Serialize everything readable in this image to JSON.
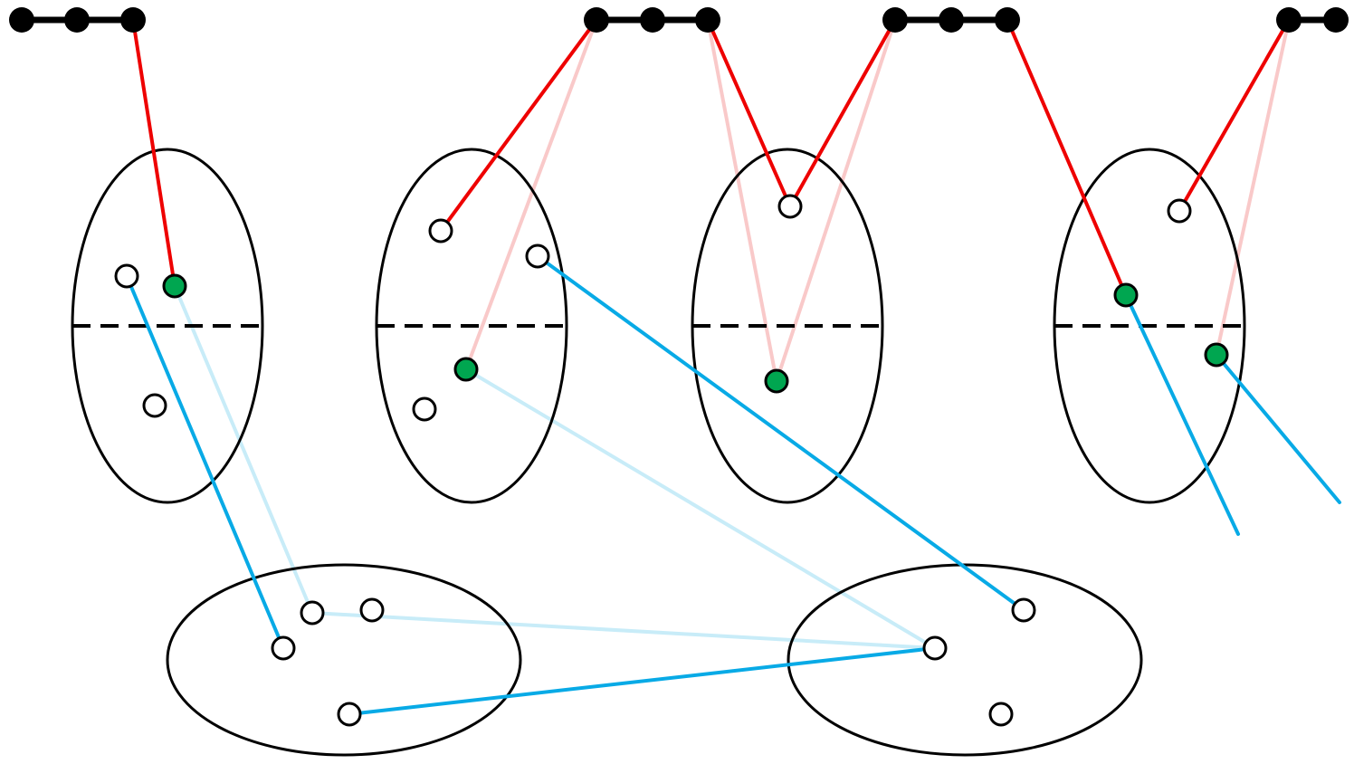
{
  "colors": {
    "background": "#ffffff",
    "outline": "#000000",
    "path_node": "#000000",
    "red_edge": "#ee0000",
    "red_edge_faded": "#f9c9c9",
    "blue_edge": "#08aae6",
    "blue_edge_faded": "#c8ecf8",
    "selected_vertex": "#00a650",
    "plain_vertex": "#ffffff"
  },
  "diagram": {
    "top_paths": [
      {
        "id": "path-1",
        "node_count": 3
      },
      {
        "id": "path-2",
        "node_count": 3
      },
      {
        "id": "path-3",
        "node_count": 3
      },
      {
        "id": "path-4",
        "node_count": 2
      }
    ],
    "upper_clusters": [
      {
        "id": "cluster-1",
        "split": "dashed",
        "vertices": [
          {
            "id": "c1-top-left",
            "selected": false
          },
          {
            "id": "c1-top-right",
            "selected": true
          },
          {
            "id": "c1-bottom",
            "selected": false
          }
        ]
      },
      {
        "id": "cluster-2",
        "split": "dashed",
        "vertices": [
          {
            "id": "c2-top-left",
            "selected": false
          },
          {
            "id": "c2-top-right",
            "selected": false
          },
          {
            "id": "c2-mid",
            "selected": true
          },
          {
            "id": "c2-bottom",
            "selected": false
          }
        ]
      },
      {
        "id": "cluster-3",
        "split": "dashed",
        "vertices": [
          {
            "id": "c3-top",
            "selected": false
          },
          {
            "id": "c3-bottom",
            "selected": true
          }
        ]
      },
      {
        "id": "cluster-4",
        "split": "dashed",
        "vertices": [
          {
            "id": "c4-top",
            "selected": false
          },
          {
            "id": "c4-mid-left",
            "selected": true
          },
          {
            "id": "c4-mid-right",
            "selected": true
          }
        ]
      }
    ],
    "lower_clusters": [
      {
        "id": "cluster-5",
        "vertices": [
          {
            "id": "c5-a",
            "selected": false
          },
          {
            "id": "c5-b",
            "selected": false
          },
          {
            "id": "c5-c",
            "selected": false
          },
          {
            "id": "c5-d",
            "selected": false
          }
        ]
      },
      {
        "id": "cluster-6",
        "vertices": [
          {
            "id": "c6-a",
            "selected": false
          },
          {
            "id": "c6-b",
            "selected": false
          },
          {
            "id": "c6-c",
            "selected": false
          }
        ]
      }
    ],
    "edges": [
      {
        "from": "p1-n3",
        "to": "c1-top-right",
        "kind": "red"
      },
      {
        "from": "p2-n1",
        "to": "c2-top-left",
        "kind": "red"
      },
      {
        "from": "p2-n1",
        "to": "c2-mid",
        "kind": "red_faded"
      },
      {
        "from": "p2-n3",
        "to": "c3-top",
        "kind": "red"
      },
      {
        "from": "p2-n3",
        "to": "c3-bottom",
        "kind": "red_faded"
      },
      {
        "from": "p3-n1",
        "to": "c3-top",
        "kind": "red"
      },
      {
        "from": "p3-n1",
        "to": "c3-bottom",
        "kind": "red_faded"
      },
      {
        "from": "p3-n3",
        "to": "c4-mid-left",
        "kind": "red"
      },
      {
        "from": "p4-n1",
        "to": "c4-top",
        "kind": "red"
      },
      {
        "from": "p4-n1",
        "to": "c4-mid-right",
        "kind": "red_faded"
      },
      {
        "from": "c1-top-left",
        "to": "c5-c",
        "kind": "blue"
      },
      {
        "from": "c1-top-right",
        "to": "c5-a",
        "kind": "blue_faded"
      },
      {
        "from": "c5-a",
        "to": "c6-b",
        "kind": "blue_faded"
      },
      {
        "from": "c2-mid",
        "to": "c6-b",
        "kind": "blue_faded"
      },
      {
        "from": "c2-top-right",
        "to": "c6-a",
        "kind": "blue"
      },
      {
        "from": "c5-d",
        "to": "c6-b",
        "kind": "blue"
      },
      {
        "from": "c4-mid-left",
        "to": "offscreen-1",
        "kind": "blue"
      },
      {
        "from": "c4-mid-right",
        "to": "offscreen-2",
        "kind": "blue"
      }
    ]
  }
}
